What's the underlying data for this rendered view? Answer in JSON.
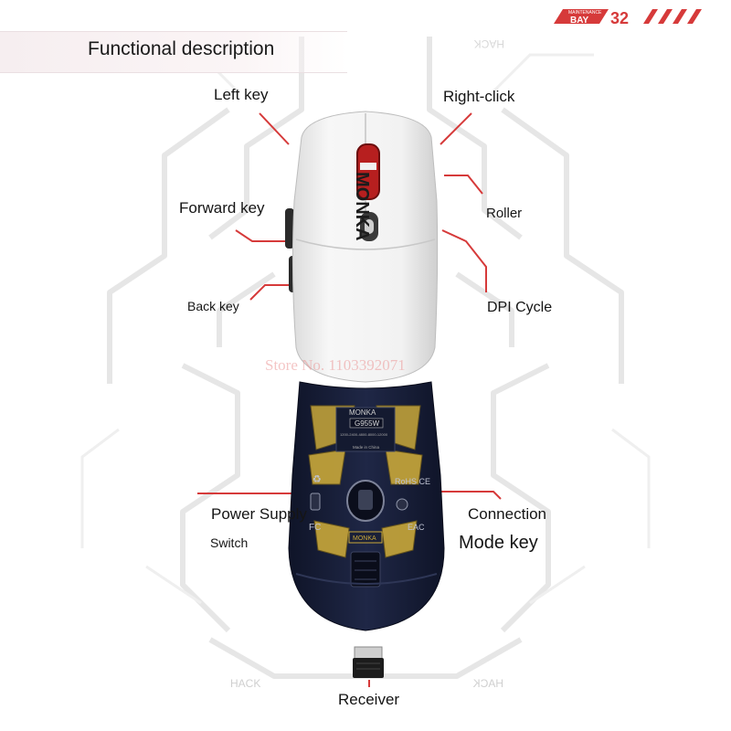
{
  "header": {
    "title": "Functional description",
    "brand_small": "MAINTENANCE",
    "brand_main": "BAY",
    "brand_num": "32"
  },
  "labels": {
    "left_key": "Left key",
    "right_click": "Right-click",
    "forward_key": "Forward key",
    "roller": "Roller",
    "back_key": "Back key",
    "dpi_cycle": "DPI Cycle",
    "power_supply": "Power Supply",
    "switch": "Switch",
    "connection": "Connection",
    "mode_key": "Mode key",
    "receiver": "Receiver"
  },
  "mouse": {
    "top_logo": "MONKA",
    "model": "G955W",
    "dpi_steps": "1200-2400-4800-8000-12000",
    "made_in": "Made in China",
    "bottom_logo": "MONKA",
    "bottom_brand": "MONKA"
  },
  "background": {
    "hack_text": "HACK"
  },
  "watermark": "Store No. 1103392071",
  "colors": {
    "accent_red": "#d63a3a",
    "mouse_white": "#f4f4f4",
    "mouse_navy": "#1c2340",
    "pad_gold": "#c9a83a"
  }
}
